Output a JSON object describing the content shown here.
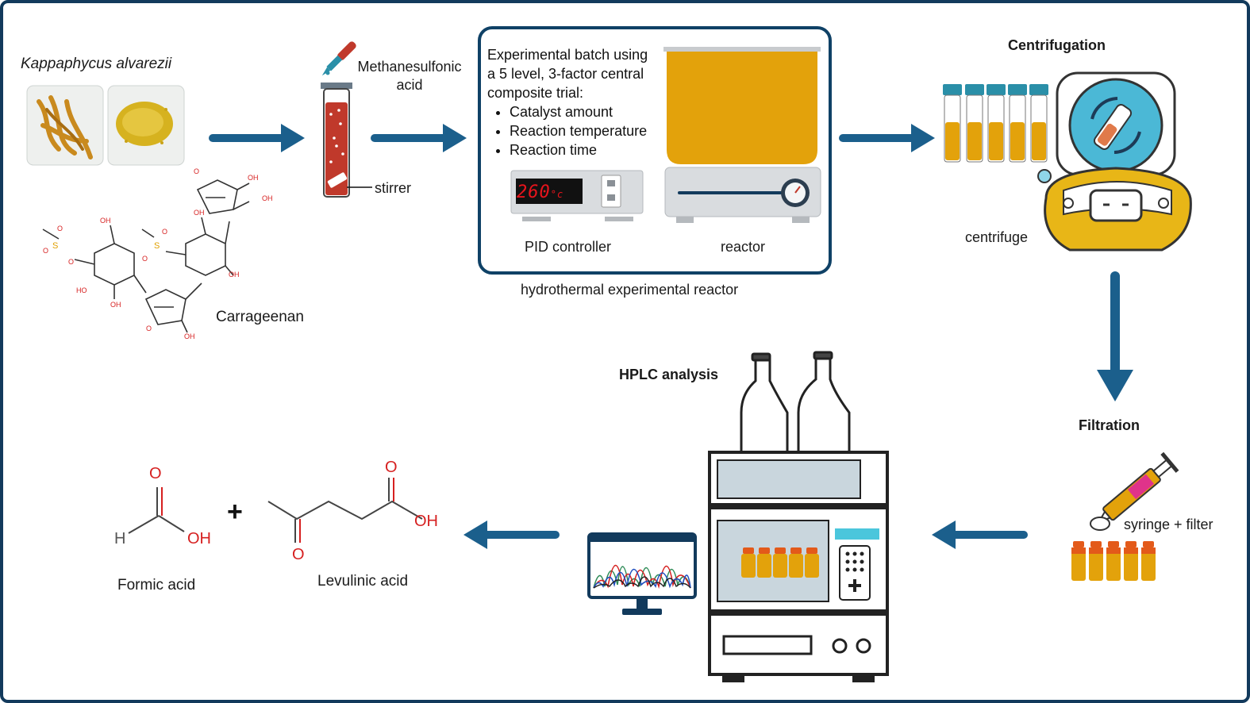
{
  "source": {
    "species": "Kappaphycus alvarezii",
    "carrageenan": "Carrageenan"
  },
  "acid_tube": {
    "acid_label_line1": "Methanesulfonic",
    "acid_label_line2": "acid",
    "stirrer_label": "stirrer"
  },
  "reactor": {
    "batch_text_line1": "Experimental batch using",
    "batch_text_line2": "a 5 level, 3-factor central",
    "batch_text_line3": "composite trial:",
    "factors": [
      "Catalyst amount",
      "Reaction temperature",
      "Reaction time"
    ],
    "display_value": "260",
    "display_unit": "°c",
    "pid_label": "PID controller",
    "reactor_label": "reactor",
    "caption": "hydrothermal experimental reactor"
  },
  "centrifugation": {
    "title": "Centrifugation",
    "device_label": "centrifuge"
  },
  "filtration": {
    "title": "Filtration",
    "device_label": "syringe + filter"
  },
  "hplc": {
    "title": "HPLC analysis"
  },
  "products": {
    "formic_label": "Formic acid",
    "levulinic_label": "Levulinic acid",
    "plus": "+",
    "atom_o": "O",
    "atom_oh": "OH",
    "atom_h": "H"
  },
  "colors": {
    "arrow": "#1b5f8c",
    "frame": "#123a5c",
    "liquid": "#e3a20b",
    "acid_red": "#c0392b",
    "display_red": "#e8141c"
  }
}
